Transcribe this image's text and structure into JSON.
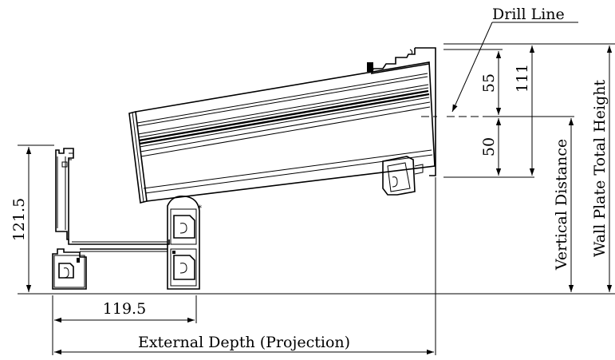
{
  "labels": {
    "drill_line": "Drill Line",
    "external_depth": "External Depth (Projection)",
    "vertical_distance": "Vertical Distance",
    "wall_plate_total_height": "Wall Plate Total Height"
  },
  "dimensions": {
    "dim_121_5": "121.5",
    "dim_119_5": "119.5",
    "dim_55": "55",
    "dim_111": "111",
    "dim_50": "50"
  }
}
